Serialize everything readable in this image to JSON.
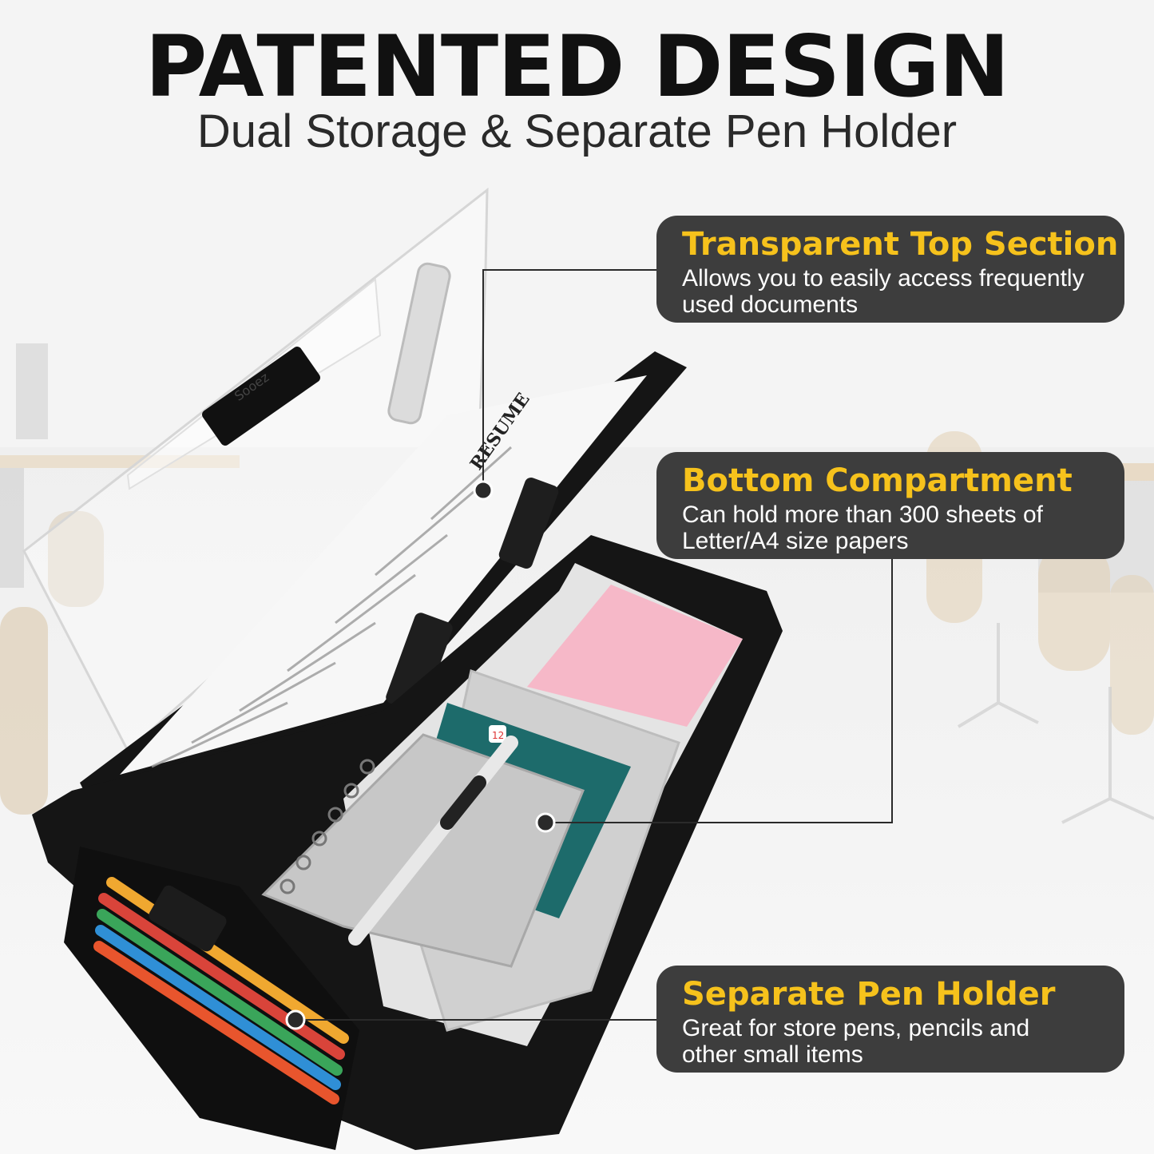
{
  "header": {
    "title": "PATENTED DESIGN",
    "subtitle": "Dual Storage & Separate Pen Holder"
  },
  "callouts": [
    {
      "title": "Transparent Top Section",
      "lines": [
        "Allows you to easily access frequently",
        "used documents"
      ]
    },
    {
      "title": "Bottom Compartment",
      "lines": [
        "Can hold more than 300 sheets of",
        "Letter/A4 size papers"
      ]
    },
    {
      "title": "Separate Pen Holder",
      "lines": [
        "Great for store pens, pencils and",
        "other small items"
      ]
    }
  ],
  "product": {
    "clip_brand": "Sooez",
    "document_heading": "RESUME",
    "tablet_date": "12"
  },
  "colors": {
    "callout_bg": "#3d3d3d",
    "callout_title": "#f6c21c",
    "callout_text": "#ffffff",
    "case": "#141414",
    "sticky_note": "#f6b8c8"
  }
}
